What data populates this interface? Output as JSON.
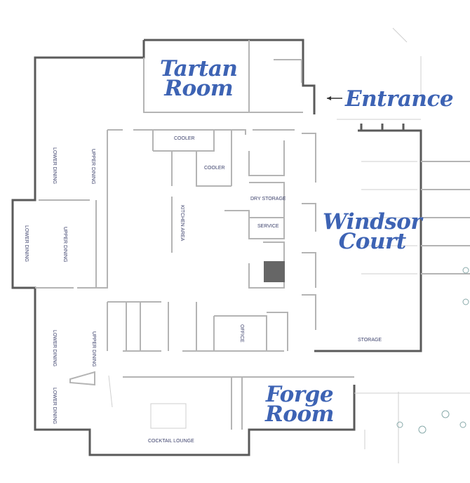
{
  "rooms": {
    "tartan": [
      "Tartan",
      "Room"
    ],
    "windsor": [
      "Windsor",
      "Court"
    ],
    "forge": [
      "Forge",
      "Room"
    ],
    "entrance": "Entrance"
  },
  "labels": {
    "cooler_1": "COOLER",
    "cooler_2": "COOLER",
    "dry_storage": "DRY STORAGE",
    "service": "SERVICE",
    "kitchen_area": "KITCHEN AREA",
    "office": "OFFICE",
    "storage": "STORAGE",
    "cocktail_lounge": "COCKTAIL LOUNGE",
    "lower_dining_1": "LOWER DINING",
    "upper_dining_1": "UPPER DINING",
    "lower_dining_2": "LOWER DINING",
    "upper_dining_2": "UPPER DINING",
    "lower_dining_3": "LOWER DINING",
    "upper_dining_3": "UPPER DINING",
    "lower_dining_4": "LOWER DINING"
  },
  "colors": {
    "room_label": "#3d63b4",
    "outer_wall": "#5a5a5a",
    "inner_wall": "#b4b4b4"
  },
  "icons": [
    "entrance-arrow-icon",
    "elevator-icon"
  ]
}
